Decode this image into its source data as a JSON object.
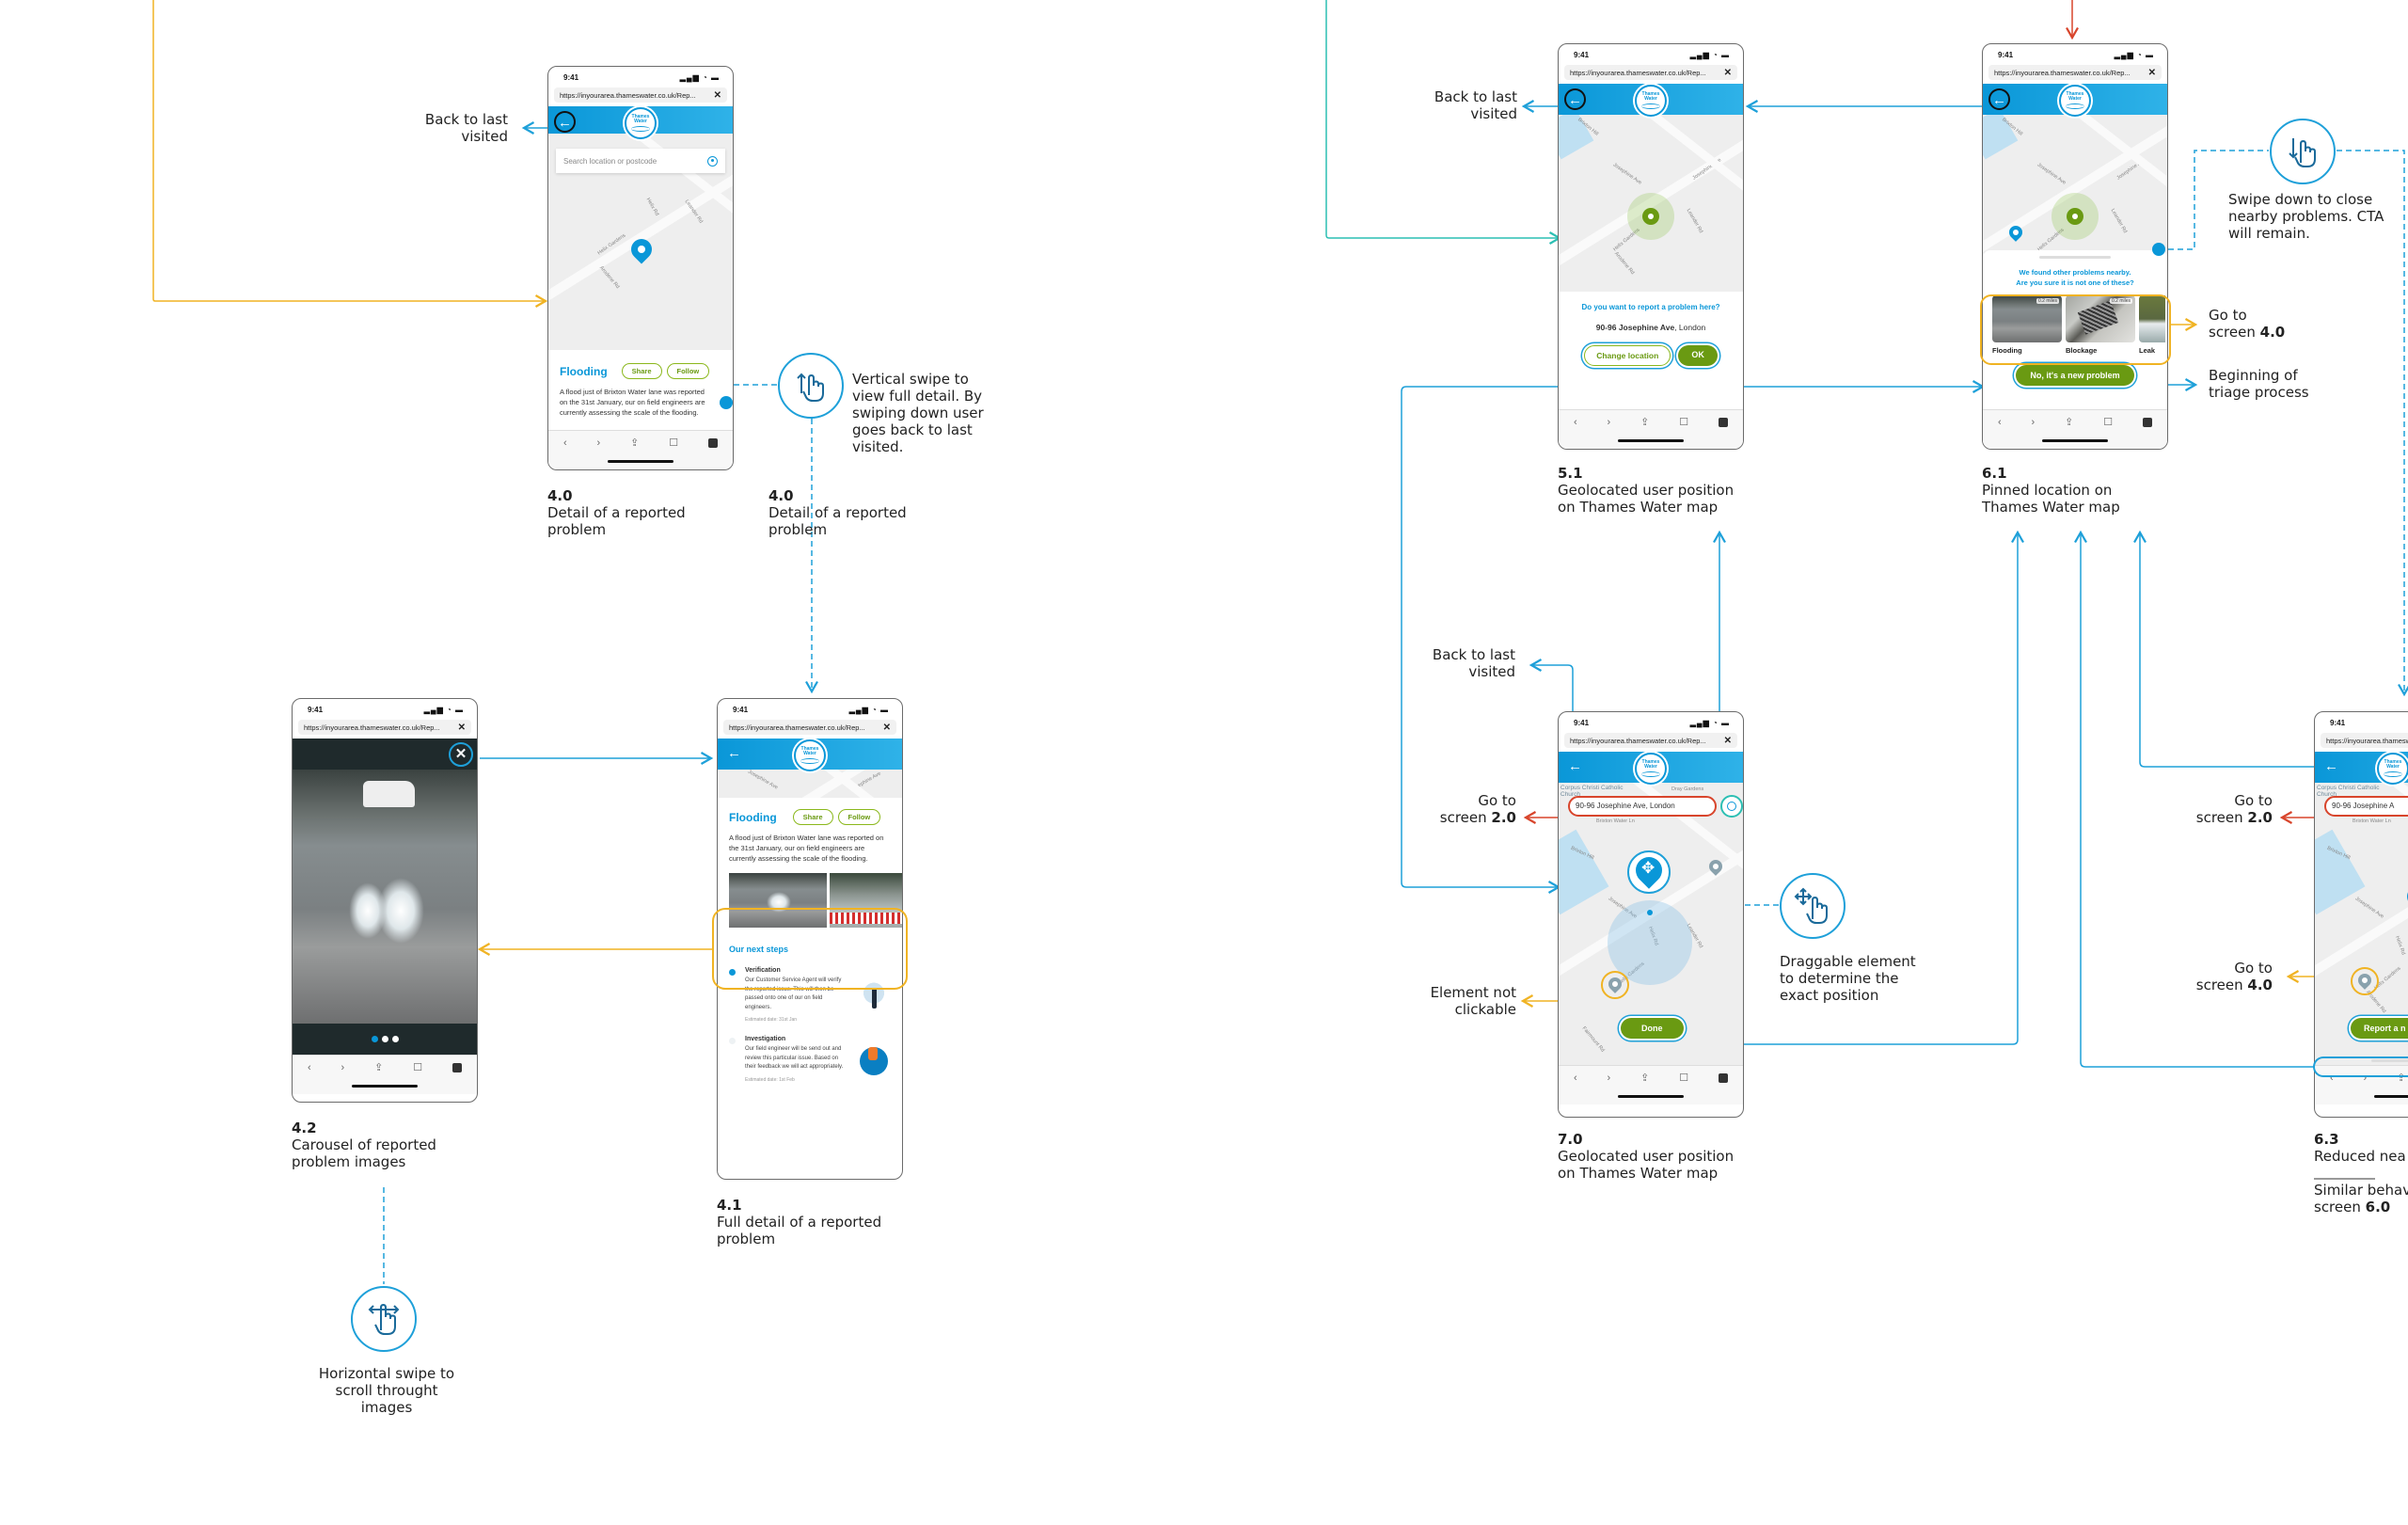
{
  "colors": {
    "brand_blue": "#0a97d8",
    "connector_blue": "#1ea0d9",
    "connector_yellow": "#f0b323",
    "connector_red": "#d8452c",
    "action_green": "#6a9a12",
    "outline_green": "#8bb81c"
  },
  "common": {
    "time": "9:41",
    "signal_icons": "▂▄▆ ◔ ▬",
    "url": "https://inyourarea.thameswater.co.uk/Rep...",
    "url_close": "✕",
    "back_arrow": "←",
    "logo_line1": "Thames",
    "logo_line2": "Water",
    "nav_back": "‹",
    "nav_forward": "›",
    "nav_share": "⇪",
    "nav_bookmarks": "☐"
  },
  "screens": {
    "s40": {
      "number": "4.0",
      "caption": "Detail of a reported problem",
      "search_placeholder": "Search location or postcode",
      "streets": [
        "Helix Rd",
        "Helix Gardens",
        "Leander Rd",
        "Arodene Rd"
      ],
      "problem_title": "Flooding",
      "share_label": "Share",
      "follow_label": "Follow",
      "description": "A flood just of Brixton Water lane was reported on the 31st January, our on field engineers are currently assessing the scale of the flooding."
    },
    "s40_dup": {
      "number": "4.0",
      "caption": "Detail of a reported problem"
    },
    "s41": {
      "number": "4.1",
      "caption": "Full detail of a reported problem",
      "streets": [
        "Josephine Ave",
        "Josephine Ave"
      ],
      "problem_title": "Flooding",
      "share_label": "Share",
      "follow_label": "Follow",
      "description": "A flood just of Brixton Water lane was reported on the 31st January, our on field engineers are currently assessing the scale of the flooding.",
      "next_steps_title": "Our next steps",
      "steps": [
        {
          "title": "Verification",
          "body": "Our Customer Service Agent will verify the reported issue. This will then be passed onto one of our on field engineers.",
          "date": "Estimated date:  31st Jan"
        },
        {
          "title": "Investigation",
          "body": "Our field engineer will be send out and review this particular issue. Based on their feedback we will act appropriately.",
          "date": "Estimated date:  1st Feb"
        }
      ]
    },
    "s42": {
      "number": "4.2",
      "caption": "Carousel of reported problem images",
      "close_icon": "✕",
      "carousel_total": 3,
      "carousel_active": 1
    },
    "s51": {
      "number": "5.1",
      "caption": "Geolocated user position on Thames Water map",
      "streets": [
        "Brixton Hill",
        "Josephine Ave",
        "Josephine Ave",
        "Helix Gardens",
        "Leander Rd",
        "Arodene Rd"
      ],
      "question": "Do you want to report a problem here?",
      "address_bold": "90-96 Josephine Ave",
      "address_rest": ", London",
      "change_location_label": "Change location",
      "ok_label": "OK"
    },
    "s61": {
      "number": "6.1",
      "caption": "Pinned location on Thames Water map",
      "streets": [
        "Brixton Hill",
        "Josephine Ave",
        "Josephine Ave",
        "Leander Rd",
        "Helix Gardens"
      ],
      "nearby_line1": "We found other problems nearby.",
      "nearby_line2": "Are you sure it is not one of these?",
      "nearby": [
        {
          "label": "Flooding",
          "distance": "0.2 miles"
        },
        {
          "label": "Blockage",
          "distance": "0.2 miles"
        },
        {
          "label": "Leak",
          "distance": ""
        }
      ],
      "new_problem_label": "No, it's a new problem"
    },
    "s70": {
      "number": "7.0",
      "caption": "Geolocated user position on Thames Water map",
      "landmarks": [
        "Corpus Christi Catholic Church",
        "Dray Gardens",
        "Brixton Water Ln",
        "Brixton Hill",
        "Josephine Ave",
        "Helix Rd",
        "Helix Gardens",
        "Leander Rd",
        "Fairmount Rd"
      ],
      "address": "90-96 Josephine Ave, London",
      "done_label": "Done"
    },
    "s63": {
      "number": "6.3",
      "caption": "Reduced nea",
      "subnote_prefix": "Similar behav",
      "subnote_screen_label": "screen ",
      "subnote_screen": "6.0",
      "landmarks": [
        "Corpus Christi Catholic Church",
        "Brixton Water Ln",
        "Brixton Hill",
        "Josephine Ave",
        "Helix Rd",
        "Helix Gardens",
        "Arodene Rd"
      ],
      "address": "90-96 Josephine A",
      "report_label": "Report a n"
    }
  },
  "annotations": {
    "back_s40": "Back to last visited",
    "vertical_swipe": "Vertical swipe to view full detail. By swiping down user goes back to last visited.",
    "horizontal_swipe": "Horizontal swipe to scroll throught images",
    "back_s51": "Back to last visited",
    "swipe_down": "Swipe down to close nearby problems. CTA will remain.",
    "goto_prefix": "Go to",
    "screen_word": "screen ",
    "goto_40_s61": "4.0",
    "triage": "Beginning of triage process",
    "back_s70": "Back to last visited",
    "goto_20_s70": "2.0",
    "not_clickable": "Element not clickable",
    "draggable": "Draggable element to determine the exact position",
    "goto_20_s63": "2.0",
    "goto_40_s63": "4.0"
  }
}
